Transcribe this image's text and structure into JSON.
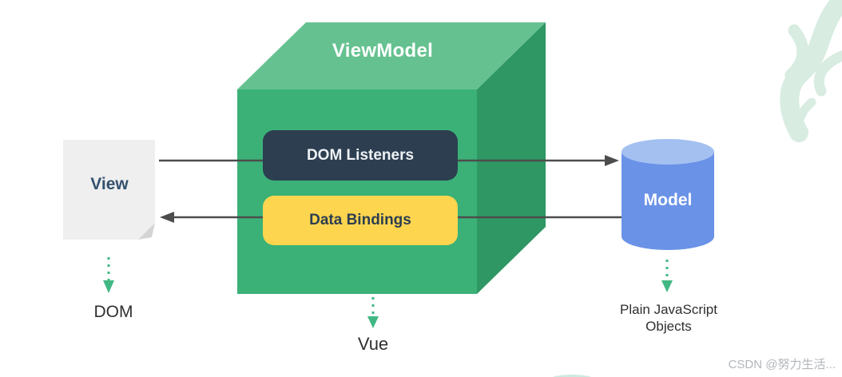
{
  "diagram": {
    "view": {
      "label": "View",
      "caption": "DOM"
    },
    "viewmodel": {
      "title": "ViewModel",
      "dom_listeners": "DOM Listeners",
      "data_bindings": "Data Bindings",
      "caption": "Vue"
    },
    "model": {
      "label": "Model",
      "caption": "Plain JavaScript Objects"
    }
  },
  "watermark": "CSDN @努力生活...",
  "colors": {
    "box_top": "#65c290",
    "box_front": "#3bb178",
    "box_side": "#2e9764",
    "dom_listeners_bg": "#2c3e50",
    "data_bindings_bg": "#fdd54f",
    "navy_text": "#34506e",
    "model_body": "#6a92e7",
    "model_top": "#a4c0f1",
    "paper_bg": "#efefef",
    "paper_fold": "#d4d4d4",
    "arrow_gray": "#4d4d4d",
    "dotted_arrow_green": "#41b883",
    "decoration_mint": "#d8ece2",
    "watermark_gray": "#b3b6ba"
  }
}
